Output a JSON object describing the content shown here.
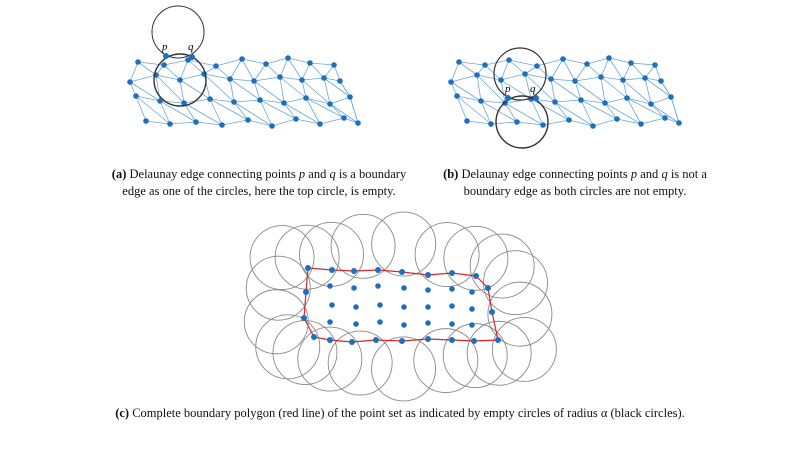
{
  "captions": {
    "a": {
      "label": "(a)",
      "text_before_p": " Delaunay edge connecting points ",
      "point_p": "p",
      "text_and": " and ",
      "point_q": "q",
      "text_after_q": " is a boundary edge as one of the circles, here the top circle, is empty."
    },
    "b": {
      "label": "(b)",
      "text_before_p": " Delaunay edge connecting points ",
      "point_p": "p",
      "text_and": " and ",
      "point_q": "q",
      "text_after_q": " is not a boundary edge as both circles are not empty."
    },
    "c": {
      "label": "(c)",
      "text": " Complete boundary polygon (red line) of the point set as indicated by empty circles of radius α (black circles)."
    }
  },
  "point_labels": {
    "a_p": "p",
    "a_q": "q",
    "b_p": "p",
    "b_q": "q"
  },
  "colors": {
    "point": "#1f6fbf",
    "edge": "#6aa8d8",
    "circle": "#333333",
    "alpha_circle": "#8a8a8a",
    "boundary": "#d62728"
  }
}
